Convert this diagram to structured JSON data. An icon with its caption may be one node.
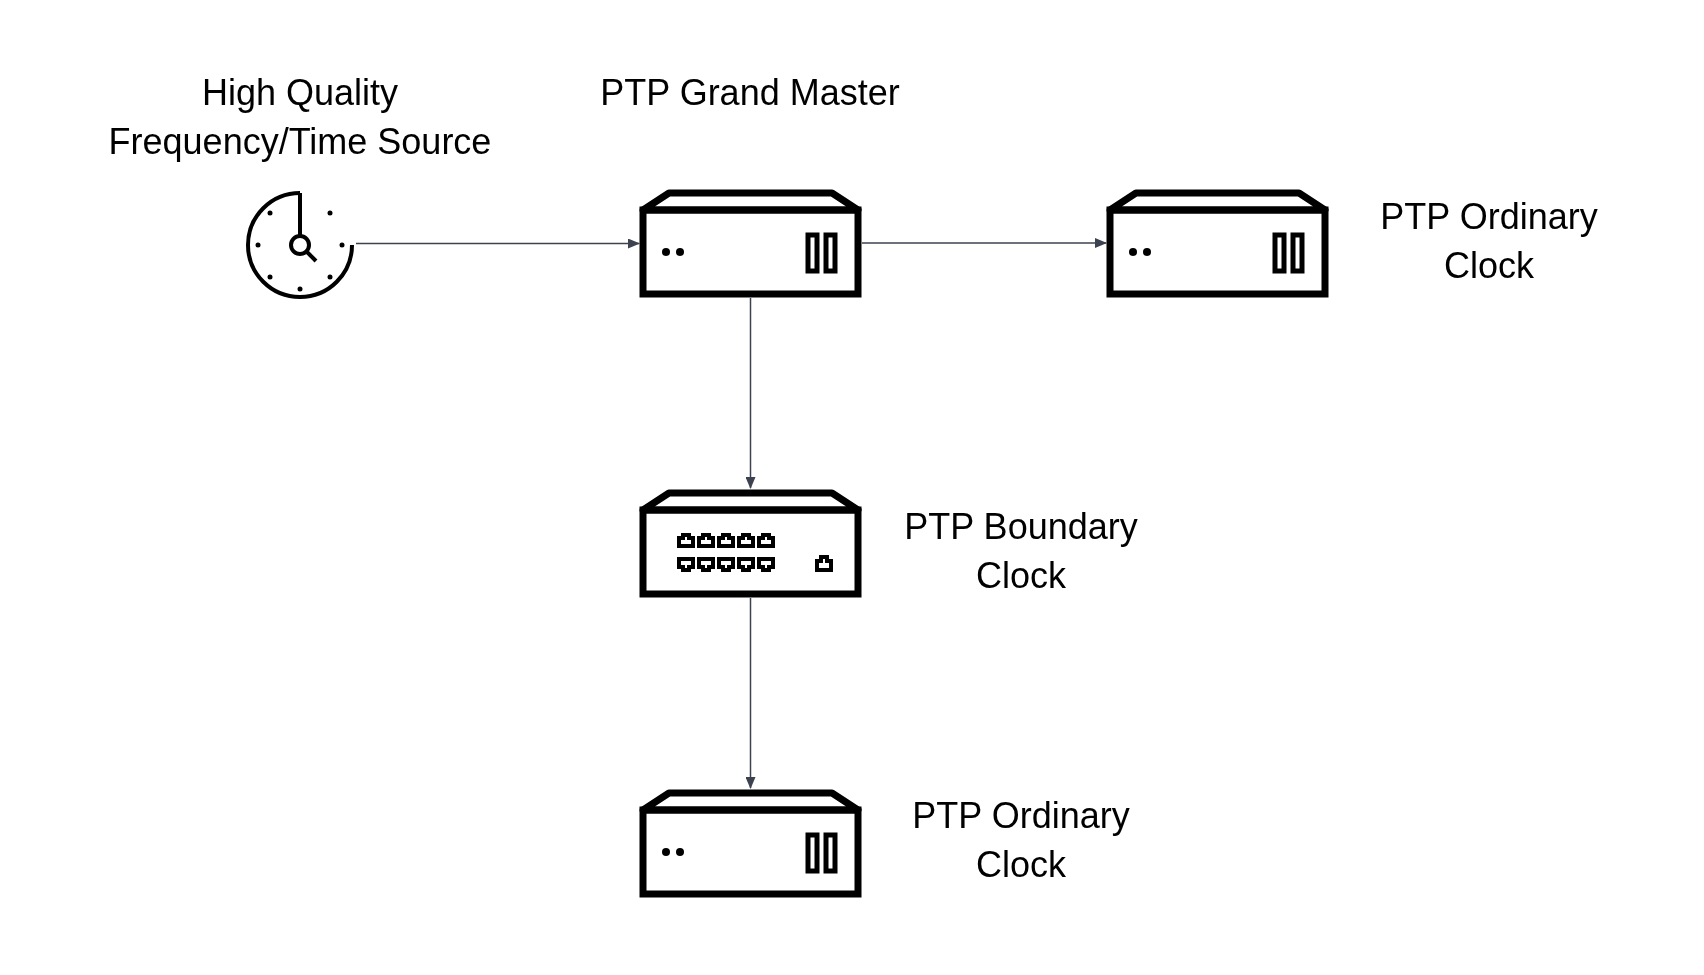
{
  "diagram": {
    "nodes": [
      {
        "text": [
          "High Quality Frequency/Time Source"
        ]
      },
      {
        "text": [
          "PTP Grand Master"
        ]
      },
      {
        "text": [
          "PTP Ordinary Clock"
        ]
      },
      {
        "text": [
          "PTP Boundary Clock"
        ]
      },
      {
        "text": [
          "PTP Ordinary Clock"
        ]
      }
    ],
    "edges": [
      {
        "from": 0,
        "to": 1,
        "arrow": "to"
      },
      {
        "from": 1,
        "to": 2,
        "arrow": "to"
      },
      {
        "from": 1,
        "to": 3,
        "arrow": "to"
      },
      {
        "from": 3,
        "to": 4,
        "arrow": "to"
      }
    ]
  }
}
